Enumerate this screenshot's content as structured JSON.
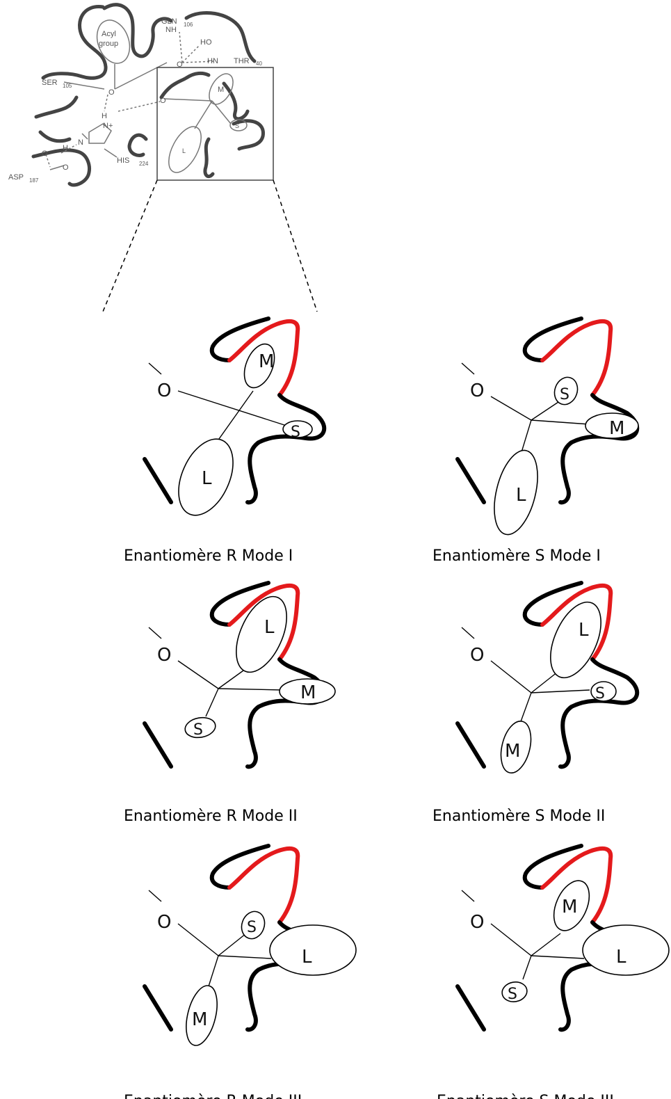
{
  "overview": {
    "labels": {
      "acyl_group_line1": "Acyl",
      "acyl_group_line2": "group",
      "gln": "GLN",
      "gln_sub": "106",
      "nh": "NH",
      "ho": "HO",
      "hn": "HN",
      "thr": "THR",
      "thr_sub": "40",
      "ser": "SER",
      "ser_sub": "105",
      "his": "HIS",
      "his_sub": "224",
      "asp": "ASP",
      "asp_sub": "187",
      "h": "H",
      "n_plus": "N+",
      "n": "N",
      "o": "O",
      "pocket_m": "M",
      "pocket_s": "S",
      "pocket_l": "L"
    }
  },
  "panels": [
    {
      "caption": "Enantiomère R Mode I",
      "o": "O",
      "l": "L",
      "m": "M",
      "s": "S"
    },
    {
      "caption": "Enantiomère S Mode I",
      "o": "O",
      "l": "L",
      "m": "M",
      "s": "S"
    },
    {
      "caption": "Enantiomère R Mode II",
      "o": "O",
      "l": "L",
      "m": "M",
      "s": "S"
    },
    {
      "caption": "Enantiomère S Mode II",
      "o": "O",
      "l": "L",
      "m": "M",
      "s": "S"
    },
    {
      "caption": "Enantiomère R Mode III",
      "o": "O",
      "l": "L",
      "m": "M",
      "s": "S"
    },
    {
      "caption": "Enantiomère S Mode III",
      "o": "O",
      "l": "L",
      "m": "M",
      "s": "S"
    }
  ],
  "colors": {
    "pocket_wall": "#000000",
    "stereo_wall": "#e41a1c",
    "line": "#333333"
  }
}
